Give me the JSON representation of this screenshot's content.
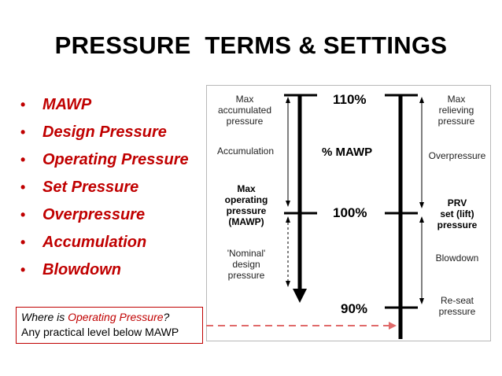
{
  "title": "PRESSURE  TERMS & SETTINGS",
  "bullets": [
    "MAWP",
    "Design Pressure",
    "Operating Pressure",
    "Set Pressure",
    "Overpressure",
    "Accumulation",
    "Blowdown"
  ],
  "diagram": {
    "left_labels": {
      "max_accumulated": "Max\naccumulated\npressure",
      "accumulation": "Accumulation",
      "max_operating": "Max\noperating\npressure\n(MAWP)",
      "nominal_design": "'Nominal'\ndesign\npressure"
    },
    "center": {
      "pct_110": "110%",
      "pct_mawp": "% MAWP",
      "pct_100": "100%",
      "pct_90": "90%"
    },
    "right_labels": {
      "max_relieving": "Max\nrelieving\npressure",
      "overpressure": "Overpressure",
      "prv_set": "PRV\nset (lift)\npressure",
      "blowdown": "Blowdown",
      "reseat": "Re-seat\npressure"
    }
  },
  "callout": {
    "prefix": "Where is ",
    "highlight": "Operating Pressure",
    "suffix": "?",
    "line2": "Any practical level below MAWP"
  },
  "colors": {
    "accent_red": "#c00000"
  }
}
